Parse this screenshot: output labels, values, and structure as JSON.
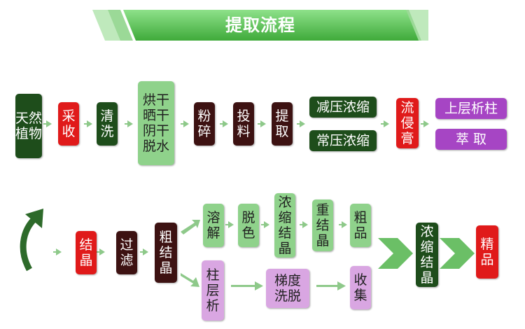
{
  "title": "提取流程",
  "colors": {
    "dark_green": "#1e4d1b",
    "light_green": "#8fd28b",
    "red": "#e01a1a",
    "dark_brown": "#3d1212",
    "purple": "#a645c4",
    "light_purple": "#d9a6e2",
    "arrow": "#8ec98a",
    "banner": "#6cc767"
  },
  "nodes": {
    "tianran_zhiwu": "天然\n植物",
    "caishou": "采\n收",
    "qingxi": "清\n洗",
    "ganzao": "烘干\n晒干\n阴干\n脱水",
    "fensui": "粉\n碎",
    "touliao": "投\n料",
    "tiqu": "提\n取",
    "jianya_nongsuo": "减压浓缩",
    "changya_nongsuo": "常压浓缩",
    "liujingao": "流\n侵\n膏",
    "shangcengxizhu": "上层析柱",
    "cuiqu": "萃      取",
    "jiejing": "结\n晶",
    "guolv": "过\n滤",
    "cu_jiejing": "粗\n结\n晶",
    "rongjie": "溶\n解",
    "tuose": "脱\n色",
    "nongsuo_jiejing_1": "浓\n缩\n结\n晶",
    "chong_jiejing": "重\n结\n晶",
    "cupin": "粗\n品",
    "zhucengxi": "柱\n层\n析",
    "tidu_xituo": "梯度\n洗脱",
    "shouji": "收\n集",
    "nongsuo_jiejing_2": "浓\n缩\n结\n晶",
    "jingpin": "精\n品"
  }
}
